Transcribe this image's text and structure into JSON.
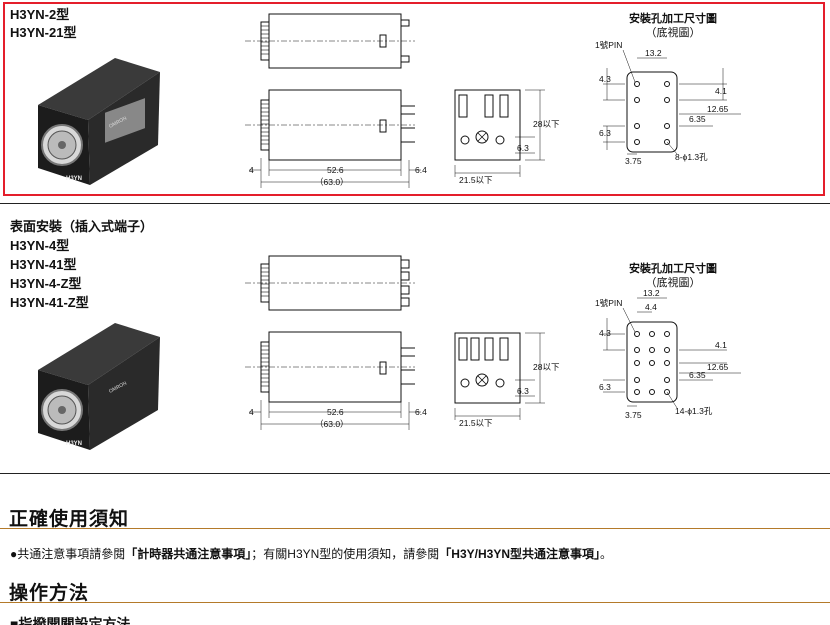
{
  "section1": {
    "models": [
      "H3YN-2型",
      "H3YN-21型"
    ],
    "drawing": {
      "dim_4": "4",
      "dim_52_6": "52.6",
      "dim_63_0": "（63.0）",
      "dim_6_4": "6.4",
      "dim_28": "28以下",
      "dim_6_3": "6.3",
      "dim_21_5": "21.5以下"
    },
    "mount": {
      "title": "安裝孔加工尺寸圖",
      "subtitle": "（底視圖）",
      "pin1": "1號PIN",
      "d13_2": "13.2",
      "d4_3": "4.3",
      "d4_1": "4.1",
      "d12_65": "12.65",
      "d6_35": "6.35",
      "d6_3": "6.3",
      "d3_75": "3.75",
      "holes": "8-ϕ1.3孔"
    }
  },
  "section2": {
    "heading": "表面安裝（插入式端子）",
    "models": [
      "H3YN-4型",
      "H3YN-41型",
      "H3YN-4-Z型",
      "H3YN-41-Z型"
    ],
    "drawing": {
      "dim_4": "4",
      "dim_52_6": "52.6",
      "dim_63_0": "（63.0）",
      "dim_6_4": "6.4",
      "dim_28": "28以下",
      "dim_6_3": "6.3",
      "dim_21_5": "21.5以下"
    },
    "mount": {
      "title": "安裝孔加工尺寸圖",
      "subtitle": "（底視圖）",
      "pin1": "1號PIN",
      "d13_2": "13.2",
      "d4_4": "4.4",
      "d4_3": "4.3",
      "d4_1": "4.1",
      "d12_65": "12.65",
      "d6_35": "6.35",
      "d6_3": "6.3",
      "d3_75": "3.75",
      "holes": "14-ϕ1.3孔"
    }
  },
  "usage": {
    "title": "正確使用須知",
    "bullet": "●",
    "text_a": "共通注意事項請參閱",
    "ref1": "「計時器共通注意事項」",
    "text_b": "；有關H3YN型的使用須知，請參閱",
    "ref2": "「H3Y/H3YN型共通注意事項」",
    "text_c": "。"
  },
  "operation": {
    "title": "操作方法",
    "subheading": "■指撥開關設定方法"
  },
  "product_labels": {
    "brand": "OMRON",
    "model": "H3YN"
  },
  "colors": {
    "highlight": "#e41e2b",
    "rule": "#b47a2a"
  }
}
